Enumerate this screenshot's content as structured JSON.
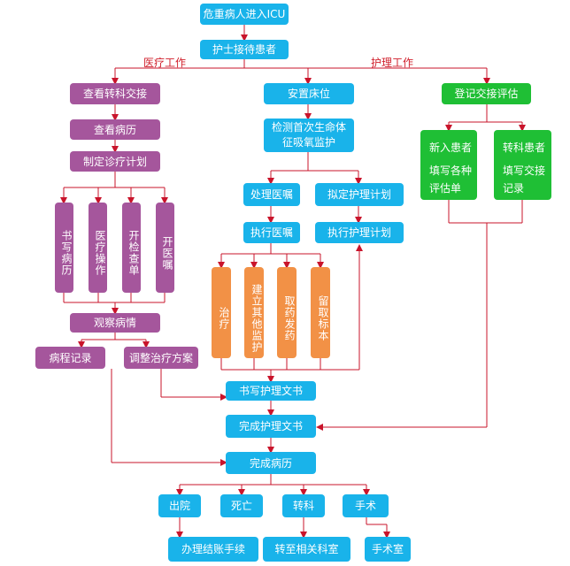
{
  "title": "危重病人进入ICU",
  "receive": "护士接待患者",
  "branch_labels": {
    "medical": "医疗工作",
    "nursing": "护理工作"
  },
  "medical": {
    "step1": "查看转科交接",
    "step2": "查看病历",
    "step3": "制定诊疗计划",
    "tasks": [
      "书写病历",
      "医疗操作",
      "开检查单",
      "开医嘱"
    ],
    "observe": "观察病情",
    "record": "病程记录",
    "adjust": "调整治疗方案"
  },
  "center": {
    "bed": "安置床位",
    "monitor": "检测首次生命体征吸氧监护",
    "handle_orders": "处理医嘱",
    "plan": "拟定护理计划",
    "exec_orders": "执行医嘱",
    "exec_plan": "执行护理计划",
    "tasks": [
      "治疗",
      "建立其他监护",
      "取药发药",
      "留取标本"
    ],
    "write_doc": "书写护理文书",
    "complete_doc": "完成护理文书",
    "complete_record": "完成病历"
  },
  "nursing": {
    "register": "登记交接评估",
    "new_patient": {
      "title": "新入患者",
      "line1": "填写各种",
      "line2": "评估单"
    },
    "transfer_patient": {
      "title": "转科患者",
      "line1": "填写交接",
      "line2": "记录"
    }
  },
  "outcomes": {
    "discharge": "出院",
    "death": "死亡",
    "transfer": "转科",
    "surgery": "手术",
    "billing": "办理结账手续",
    "to_dept": "转至相关科室",
    "or": "手术室"
  },
  "colors": {
    "blue": "#19b3ea",
    "purple": "#a5569c",
    "green": "#1fbf35",
    "orange": "#f29146",
    "line": "#c9142b",
    "label": "#d0202c"
  }
}
